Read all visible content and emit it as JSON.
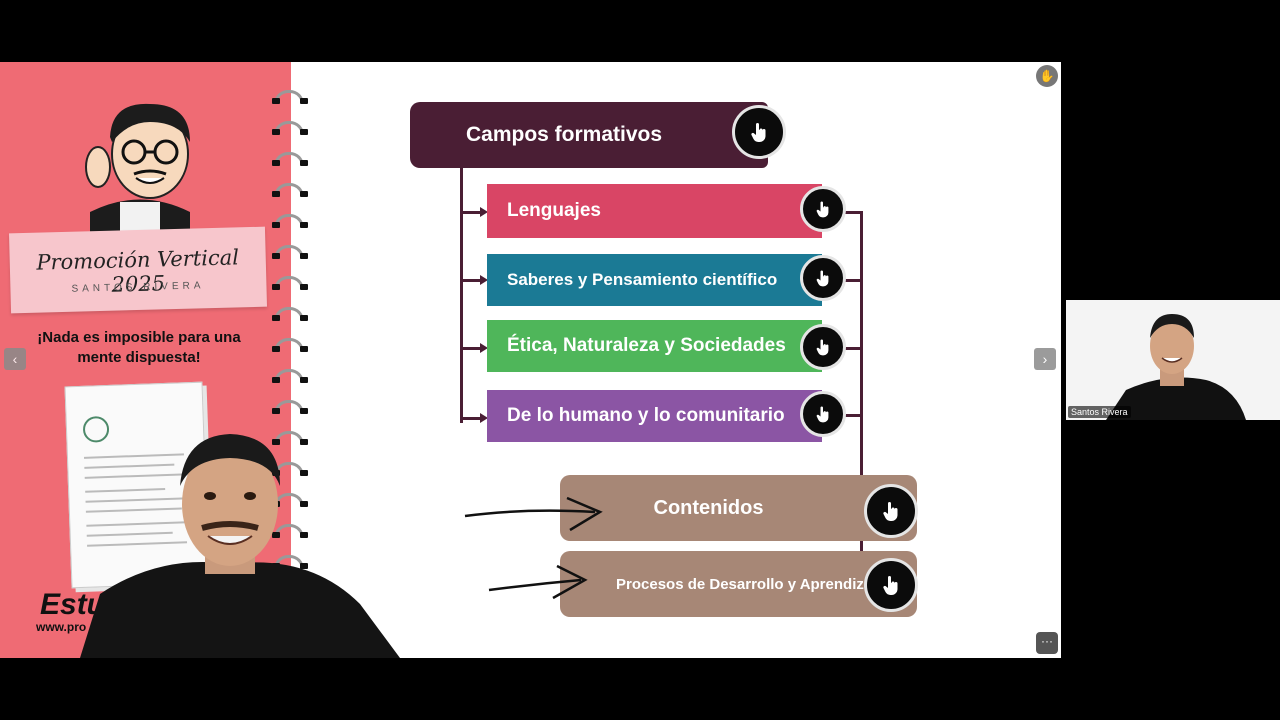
{
  "sidebar": {
    "promo_title": "Promoción Vertical 2025",
    "promo_subtitle": "SANTOS RIVERA",
    "motto": "¡Nada es imposible para una mente dispuesta!",
    "brand_text": "Estu",
    "brand_url": "www.pro"
  },
  "diagram": {
    "main": {
      "label": "Campos formativos",
      "color": "#4a1e34"
    },
    "fields": [
      {
        "label": "Lenguajes",
        "color": "#d94565"
      },
      {
        "label": "Saberes y Pensamiento científico",
        "color": "#1b7a95"
      },
      {
        "label": "Ética, Naturaleza y Sociedades",
        "color": "#4fb65a"
      },
      {
        "label": "De lo humano y lo comunitario",
        "color": "#8b55a4"
      }
    ],
    "secondary": [
      {
        "label": "Contenidos",
        "color": "#a78776"
      },
      {
        "label": "Procesos de Desarrollo y Aprendizaje",
        "color": "#a78776"
      }
    ]
  },
  "controls": {
    "prev": "‹",
    "next": "›",
    "more": "···"
  },
  "participant": {
    "name": "Santos Rivera"
  },
  "icons": [
    "tap-hand-icon",
    "hand-icon",
    "chevron-left-icon",
    "chevron-right-icon",
    "more-icon"
  ]
}
